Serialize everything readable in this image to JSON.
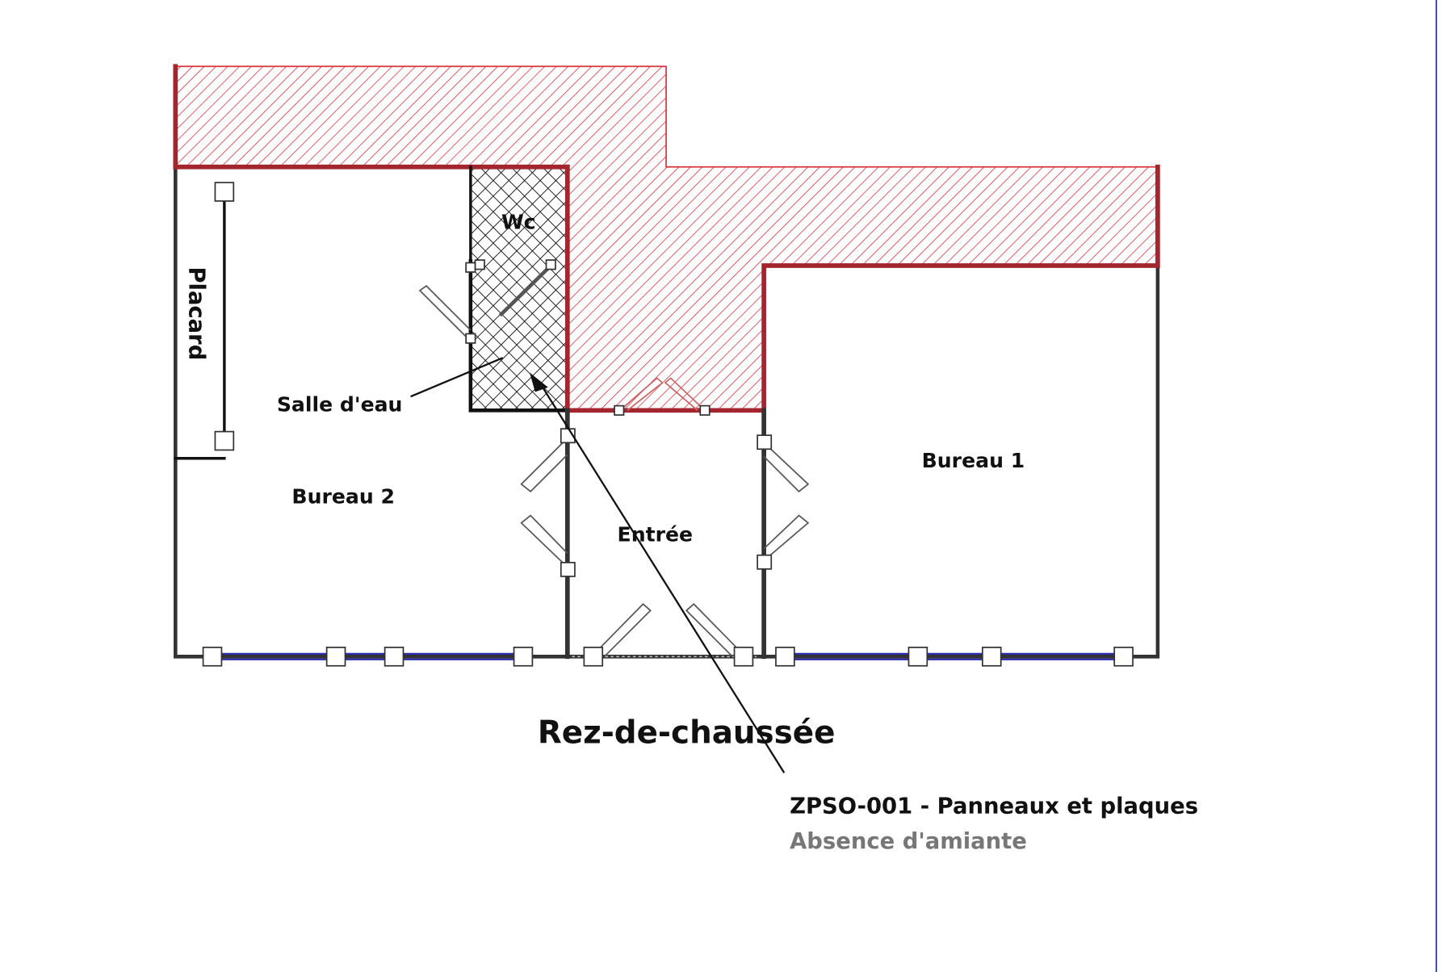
{
  "plan": {
    "title": "Rez-de-chaussée",
    "rooms": {
      "wc": "Wc",
      "placard": "Placard",
      "salle_deau": "Salle d'eau",
      "bureau2": "Bureau 2",
      "bureau1": "Bureau 1",
      "entree": "Entrée"
    },
    "annotation": {
      "zone": "ZPSO-001 - Panneaux et plaques",
      "result": "Absence d'amiante"
    }
  },
  "colors": {
    "hatch": "#d9343f",
    "wall_red": "#a3252d",
    "wall": "#333333",
    "window": "#2b2bb0",
    "result_text": "#777777",
    "edge": "#3f51b5"
  }
}
